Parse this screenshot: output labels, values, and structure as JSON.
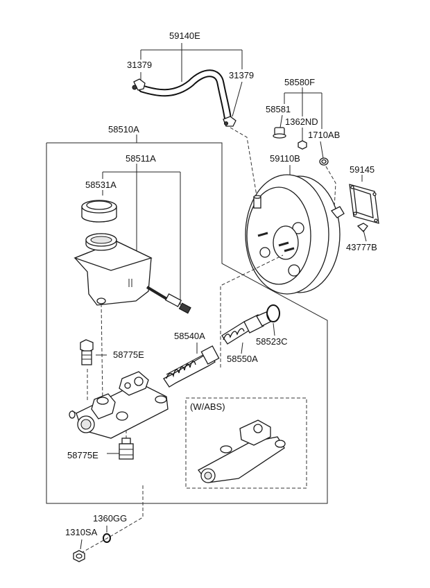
{
  "diagram": {
    "labels": {
      "brake_hose_assy": "59140E",
      "hose_clamp_left": "31379",
      "hose_clamp_right": "31379",
      "check_valve_kit": "58580F",
      "check_valve": "58581",
      "nut_1362": "1362ND",
      "grommet_1710": "1710AB",
      "master_cylinder_assy": "58510A",
      "reservoir_assy": "58511A",
      "reservoir_cap": "58531A",
      "booster_assy": "59110B",
      "gasket": "59145",
      "clip": "43777B",
      "primary_piston": "58540A",
      "snap_ring": "58523C",
      "secondary_piston": "58550A",
      "fitting_upper": "58775E",
      "fitting_lower": "58775E",
      "washer": "1360GG",
      "flange_nut": "1310SA",
      "abs_variant": "(W/ABS)"
    }
  }
}
